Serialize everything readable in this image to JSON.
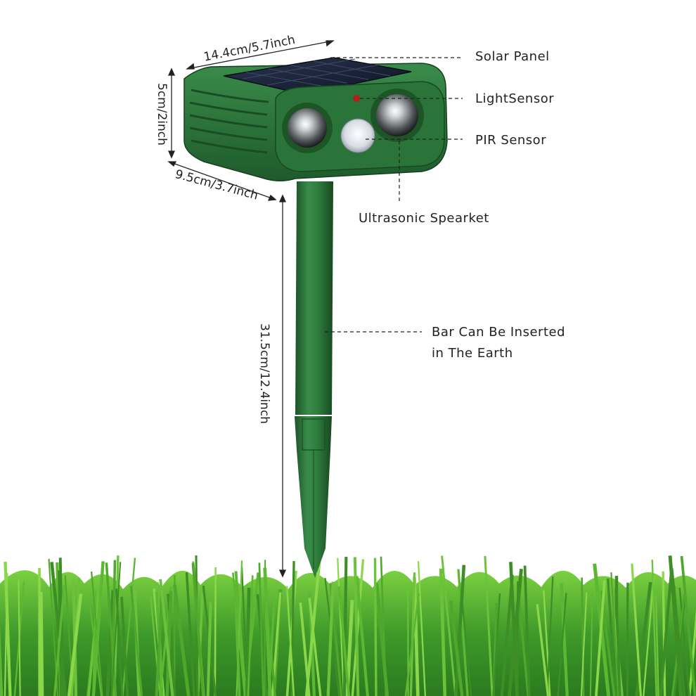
{
  "dimensions": {
    "width": "14.4cm/5.7inch",
    "height": "5cm/2inch",
    "depth": "9.5cm/3.7inch",
    "stake_length": "31.5cm/12.4inch"
  },
  "callouts": {
    "solar_panel": "Solar Panel",
    "light_sensor": "LightSensor",
    "pir_sensor": "PIR Sensor",
    "ultrasonic_speaker": "Ultrasonic Spearket",
    "bar_line1": "Bar Can Be Inserted",
    "bar_line2": "in The Earth"
  },
  "colors": {
    "body_green": "#2e7d3e",
    "dark_green": "#1f5a2c",
    "grass": "#4caf35",
    "text": "#222222"
  }
}
